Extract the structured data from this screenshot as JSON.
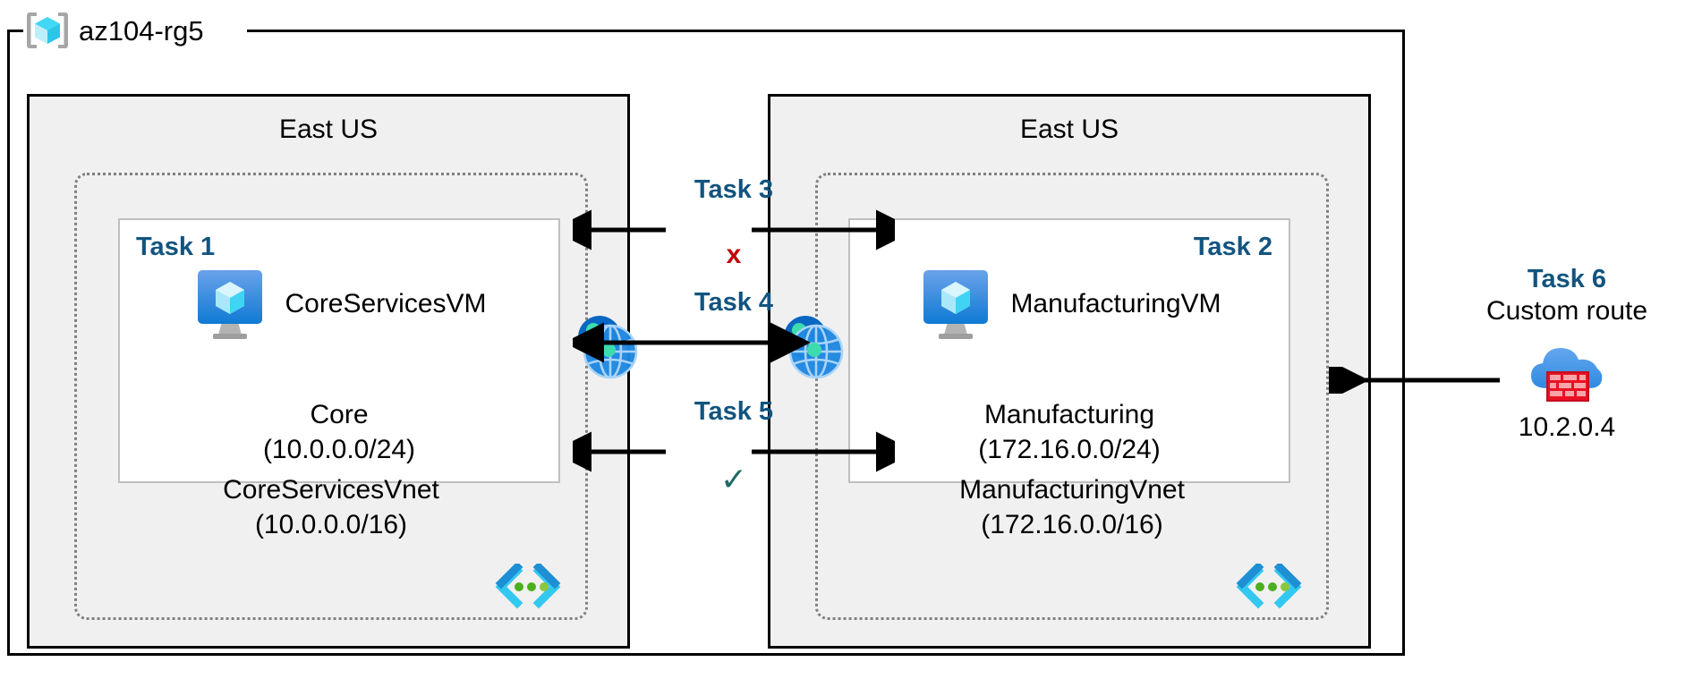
{
  "resource_group": {
    "name": "az104-rg5",
    "icon": "resource-group-cube-icon"
  },
  "regions": [
    {
      "id": "left",
      "title": "East US",
      "vnet": {
        "name": "CoreServicesVnet",
        "cidr": "(10.0.0.0/16)",
        "icon": "virtual-network-icon"
      },
      "subnet": {
        "task_tag": "Task 1",
        "task_align": "left",
        "vm_name": "CoreServicesVM",
        "vm_icon": "virtual-machine-icon",
        "name": "Core",
        "cidr": "(10.0.0.0/24)"
      }
    },
    {
      "id": "right",
      "title": "East US",
      "vnet": {
        "name": "ManufacturingVnet",
        "cidr": "(172.16.0.0/16)",
        "icon": "virtual-network-icon"
      },
      "subnet": {
        "task_tag": "Task 2",
        "task_align": "right",
        "vm_name": "ManufacturingVM",
        "vm_icon": "virtual-machine-icon",
        "name": "Manufacturing",
        "cidr": "(172.16.0.0/24)"
      }
    }
  ],
  "peering_icons": {
    "left": "vnet-peering-icon",
    "right": "vnet-peering-icon"
  },
  "connectors": [
    {
      "id": "task3",
      "label": "Task 3",
      "arrow_style": "split-bidirectional",
      "mark": "x",
      "mark_kind": "deny",
      "mark_color": "#c00000"
    },
    {
      "id": "task4",
      "label": "Task 4",
      "arrow_style": "double-headed",
      "mark": "",
      "mark_kind": "none",
      "mark_color": ""
    },
    {
      "id": "task5",
      "label": "Task 5",
      "arrow_style": "split-bidirectional",
      "mark": "✓",
      "mark_kind": "allow",
      "mark_color": "#1d6b63"
    }
  ],
  "task6": {
    "label": "Task 6",
    "subtitle": "Custom route",
    "ip": "10.2.0.4",
    "icon": "azure-firewall-icon"
  },
  "colors": {
    "task_blue": "#12547f",
    "deny_red": "#c00000",
    "allow_green": "#1d6b63",
    "region_fill": "#f0f0f0",
    "vnet_border": "#808080",
    "subnet_border": "#bfbfbf",
    "frame_black": "#000000",
    "azure_blue": "#0078d4"
  }
}
